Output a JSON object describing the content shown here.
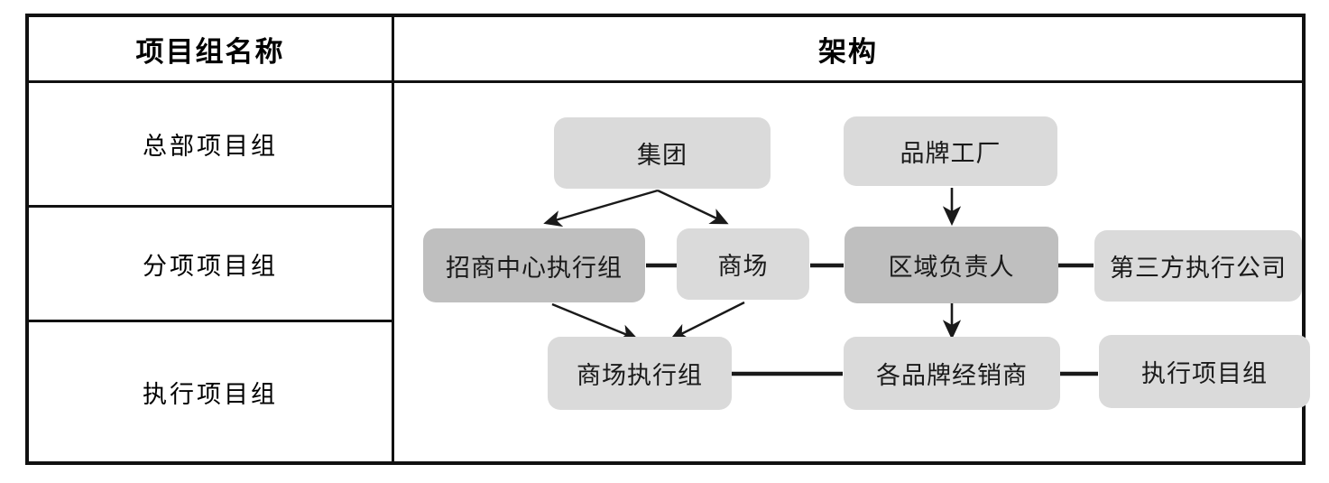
{
  "table": {
    "headers": {
      "left": "项目组名称",
      "right": "架构"
    },
    "rows": [
      {
        "label": "总部项目组"
      },
      {
        "label": "分项项目组"
      },
      {
        "label": "执行项目组"
      }
    ]
  },
  "diagram": {
    "colors": {
      "node_light": "#dadada",
      "node_dark": "#bfbfbf",
      "connector": "#1a1a1a",
      "border": "#111111",
      "text": "#1a1a1a"
    },
    "nodes": [
      {
        "id": "group",
        "label": "集团",
        "tone": "light"
      },
      {
        "id": "brand-factory",
        "label": "品牌工厂",
        "tone": "light"
      },
      {
        "id": "invest-center",
        "label": "招商中心执行组",
        "tone": "dark"
      },
      {
        "id": "mall",
        "label": "商场",
        "tone": "light"
      },
      {
        "id": "region-lead",
        "label": "区域负责人",
        "tone": "dark"
      },
      {
        "id": "third-party",
        "label": "第三方执行公司",
        "tone": "light"
      },
      {
        "id": "mall-exec",
        "label": "商场执行组",
        "tone": "light"
      },
      {
        "id": "brand-dealer",
        "label": "各品牌经销商",
        "tone": "light"
      },
      {
        "id": "exec-team",
        "label": "执行项目组",
        "tone": "light"
      }
    ],
    "connectors": [
      {
        "from": "group",
        "to": "invest-center",
        "kind": "arrow-diagonal"
      },
      {
        "from": "group",
        "to": "mall",
        "kind": "arrow-diagonal"
      },
      {
        "from": "brand-factory",
        "to": "region-lead",
        "kind": "arrow-vertical"
      },
      {
        "from": "invest-center",
        "to": "mall-exec",
        "kind": "arrow-diagonal"
      },
      {
        "from": "mall",
        "to": "mall-exec",
        "kind": "arrow-diagonal"
      },
      {
        "from": "region-lead",
        "to": "brand-dealer",
        "kind": "arrow-vertical"
      },
      {
        "from": "invest-center",
        "to": "mall",
        "kind": "line-horizontal"
      },
      {
        "from": "mall",
        "to": "region-lead",
        "kind": "line-horizontal"
      },
      {
        "from": "region-lead",
        "to": "third-party",
        "kind": "line-horizontal"
      },
      {
        "from": "mall-exec",
        "to": "brand-dealer",
        "kind": "line-horizontal"
      },
      {
        "from": "brand-dealer",
        "to": "exec-team",
        "kind": "line-horizontal"
      }
    ]
  }
}
